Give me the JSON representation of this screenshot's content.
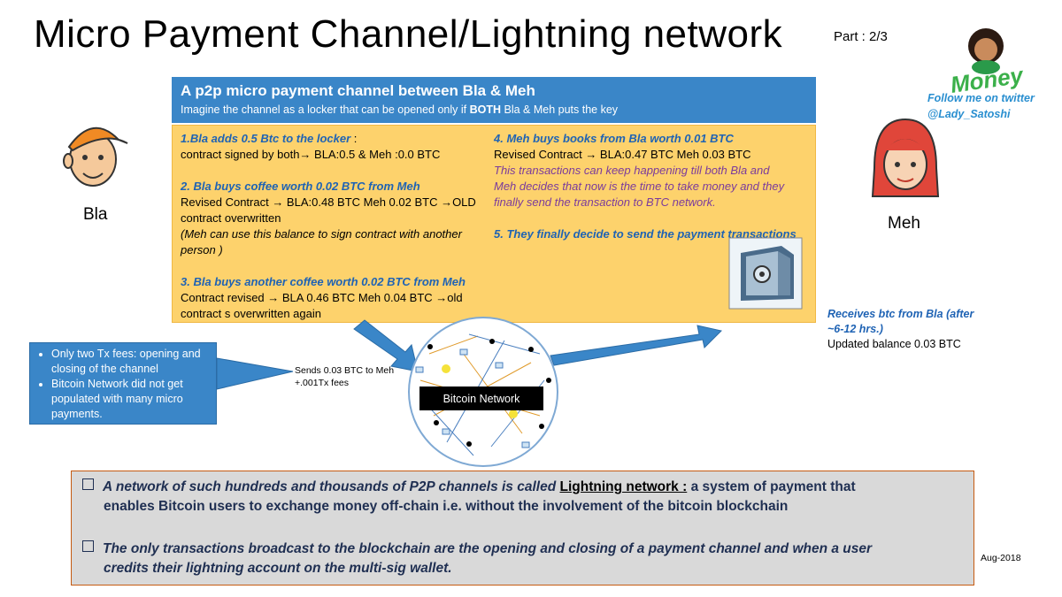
{
  "title": "Micro Payment Channel/Lightning network",
  "part": "Part : 2/3",
  "follow": {
    "line1": "Follow me on twitter",
    "line2": "@Lady_Satoshi",
    "logo_text": "Money"
  },
  "left_person": {
    "label": "Bla"
  },
  "right_person": {
    "label": "Meh"
  },
  "header": {
    "title": "A p2p micro payment channel between Bla & Meh",
    "subtitle_pre": "Imagine the channel as a locker that can be opened only if ",
    "subtitle_bold": "BOTH",
    "subtitle_post": " Bla & Meh puts the key"
  },
  "steps_left": {
    "s1_title": "1.Bla adds 0.5 Btc to the locker",
    "s1_colon": " :",
    "s1_line": "contract signed by both→ BLA:0.5  & Meh :0.0 BTC",
    "s2_title": "2. Bla buys coffee worth 0.02 BTC from Meh",
    "s2_line1": "Revised Contract → BLA:0.48 BTC Meh 0.02 BTC →OLD",
    "s2_line2": "contract overwritten",
    "s2_note1": "(Meh can use this balance to sign contract with another",
    "s2_note2": "person )",
    "s3_title": "3. Bla buys another coffee worth 0.02 BTC from Meh",
    "s3_line1": "Contract revised → BLA 0.46 BTC Meh 0.04 BTC →old",
    "s3_line2": "contract s overwritten again"
  },
  "steps_right": {
    "s4_title": "4. Meh buys books from Bla worth 0.01 BTC",
    "s4_line": "Revised Contract → BLA:0.47 BTC Meh 0.03 BTC",
    "s4_note1": "This transactions can keep happening till both Bla and",
    "s4_note2": "Meh decides that now is the time to take money and they",
    "s4_note3": "finally send the transaction to BTC network.",
    "s5_title": "5. They finally decide to send the payment  transactions"
  },
  "callout": {
    "items": [
      "Only two Tx fees: opening and closing of the channel",
      "Bitcoin Network did not get populated with many micro payments."
    ]
  },
  "sends": {
    "line1": "Sends 0.03 BTC to Meh",
    "line2": "+.001Tx fees"
  },
  "network_label": "Bitcoin Network",
  "receives": {
    "line1": "Receives btc from Bla (after",
    "line2": "~6-12 hrs.)",
    "line3": "Updated balance 0.03 BTC"
  },
  "bottom": {
    "p1_pre": "A network of such hundreds  and thousands  of P2P channels is called ",
    "p1_link": "Lightning network :",
    "p1_post1": " a system of payment that",
    "p1_post2": "enables Bitcoin users to exchange money off-chain i.e. without the involvement of the bitcoin blockchain",
    "p2_line1": "The only transactions broadcast to the blockchain are the opening and closing of a payment channel and when a user",
    "p2_line2": "credits their lightning  account on the multi-sig wallet."
  },
  "date": "Aug-2018",
  "colors": {
    "header_blue": "#3a86c8",
    "panel_orange": "#fdd26c",
    "title_blue": "#1f63b4",
    "note_purple": "#7b3b9c"
  }
}
